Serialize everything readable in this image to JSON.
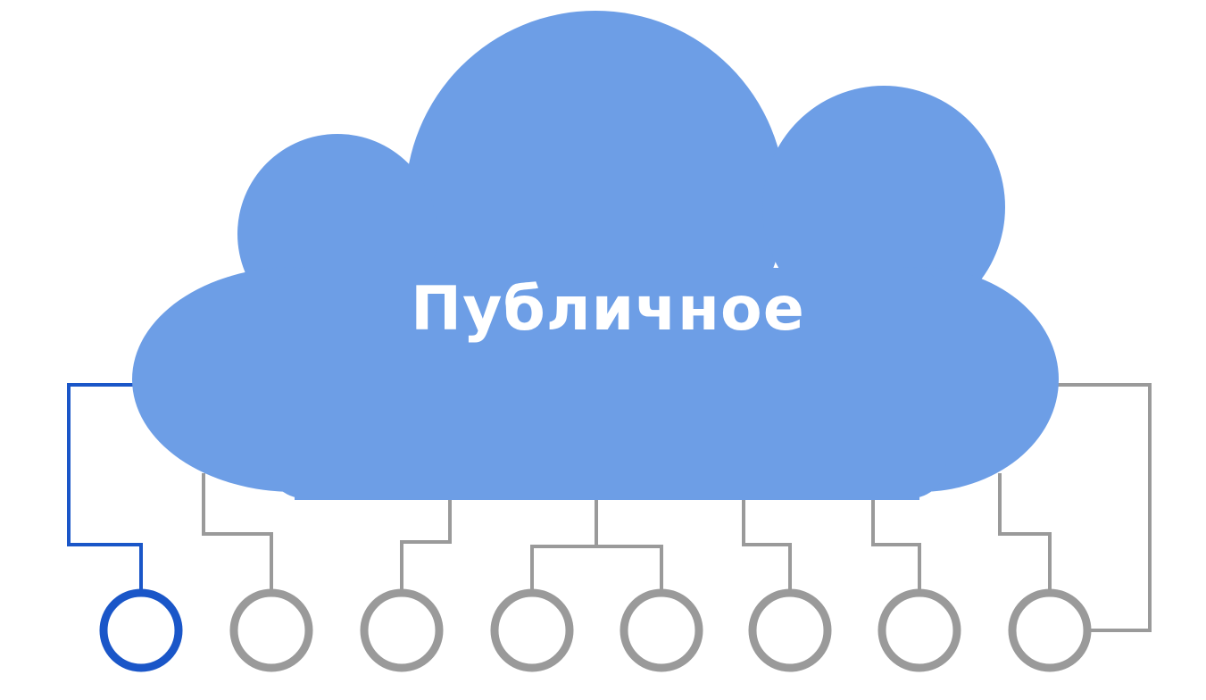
{
  "diagram": {
    "cloud_label": "Публичное",
    "node_count": 8,
    "highlighted_node": 1,
    "colors": {
      "cloud": "#6d9ee6",
      "highlight": "#1a56c8",
      "connector": "#9a9a9a",
      "label": "#ffffff",
      "background": "#ffffff"
    }
  }
}
